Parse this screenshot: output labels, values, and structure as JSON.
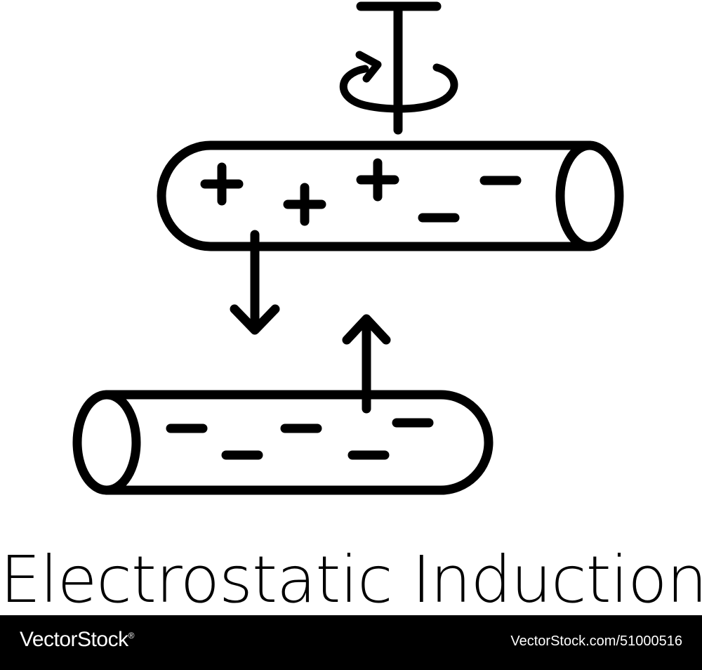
{
  "diagram": {
    "title": "Electrostatic Induction"
  },
  "footer": {
    "brand": "VectorStock",
    "brand_mark": "®",
    "image_id": "VectorStock.com/51000516"
  },
  "colors": {
    "ink": "#000000",
    "background": "#ffffff",
    "footer_text": "#ffffff"
  }
}
